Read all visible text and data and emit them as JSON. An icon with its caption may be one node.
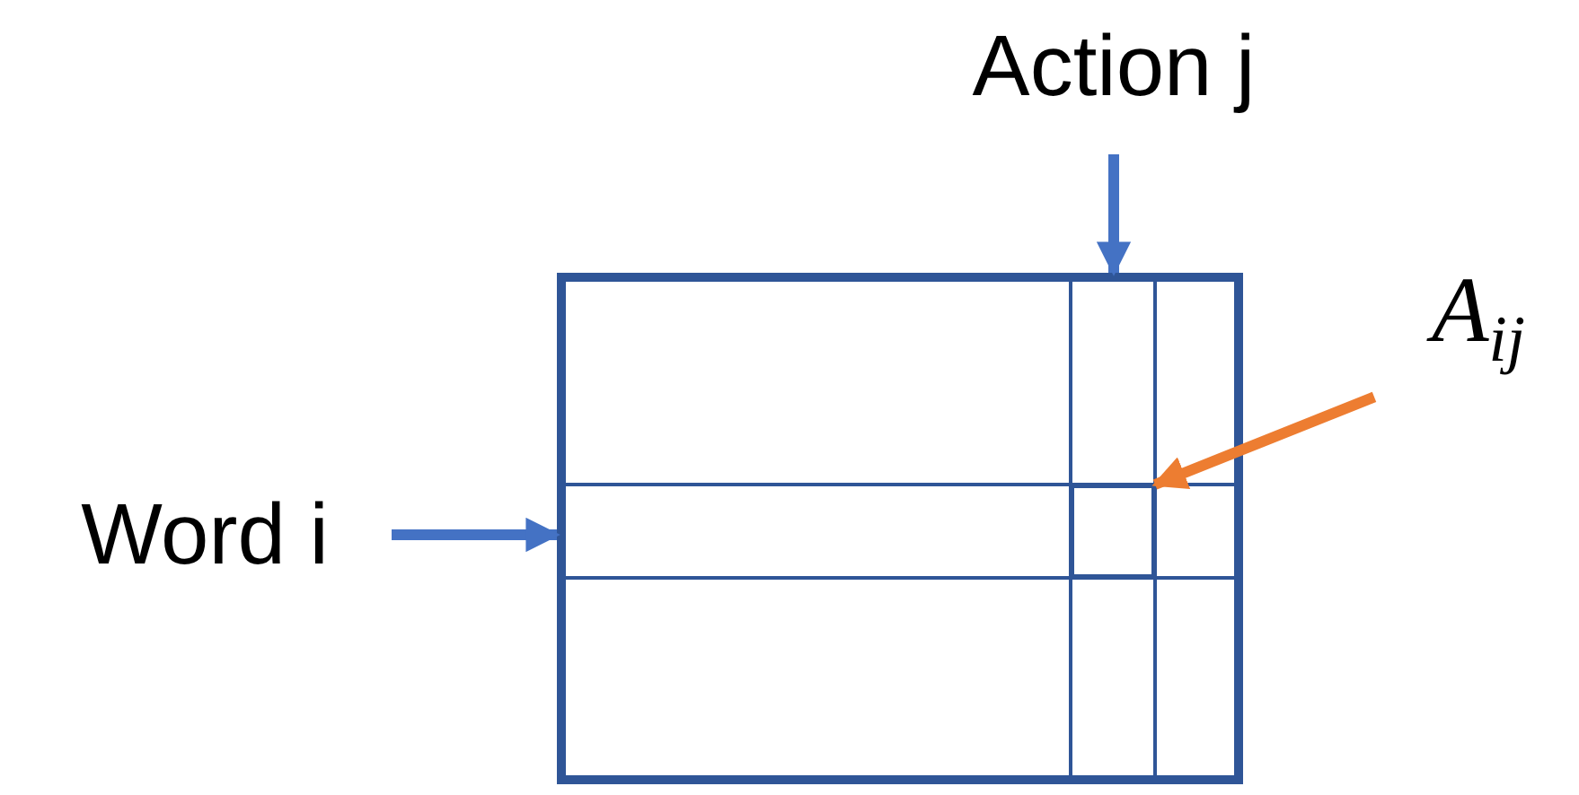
{
  "diagram": {
    "nodes": [
      {
        "text": [
          "Action j"
        ]
      },
      {
        "text": [
          "Word i"
        ]
      },
      {
        "text": [
          "A$_{ij}$"
        ]
      },
      {
        "text": [],
        "shape": "box"
      },
      {
        "text": [],
        "shape": "box",
        "in": 3
      }
    ],
    "edges": [
      {
        "from": 0,
        "to": 3,
        "arrow": "to"
      },
      {
        "from": 1,
        "to": 3,
        "arrow": "to"
      },
      {
        "from": 2,
        "to": 4,
        "arrow": "to",
        "color": "#ed7d31"
      }
    ]
  }
}
